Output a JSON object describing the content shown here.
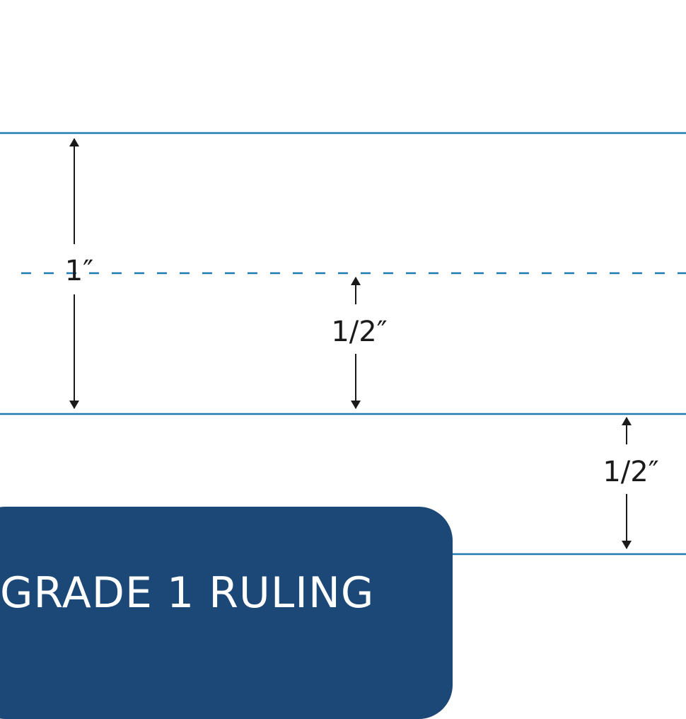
{
  "diagram": {
    "labels": {
      "full_height": "1″",
      "upper_half": "1/2″",
      "descender_half": "1/2″"
    },
    "colors": {
      "rule_line": "#1f7bb0",
      "dashed_line": "#1f7bb0",
      "arrow": "#1a1a1a",
      "label_text": "#1a1a1a"
    }
  },
  "banner": {
    "title": "GRADE 1 RULING",
    "background_color": "#1b4876",
    "text_color": "#ffffff"
  }
}
